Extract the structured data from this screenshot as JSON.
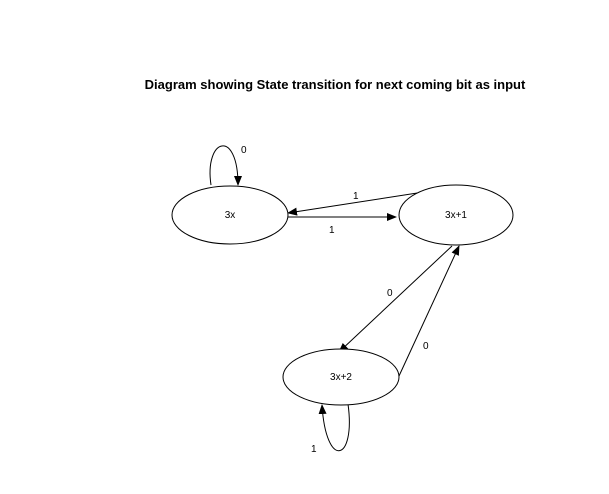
{
  "title": "Diagram showing State transition for next coming bit as input",
  "states": [
    {
      "id": "s0",
      "label": "3x"
    },
    {
      "id": "s1",
      "label": "3x+1"
    },
    {
      "id": "s2",
      "label": "3x+2"
    }
  ],
  "transitions": [
    {
      "id": "t-s0-s0",
      "from": "3x",
      "to": "3x",
      "label": "0"
    },
    {
      "id": "t-s1-s0",
      "from": "3x+1",
      "to": "3x",
      "label": "1"
    },
    {
      "id": "t-s0-s1",
      "from": "3x",
      "to": "3x+1",
      "label": "1"
    },
    {
      "id": "t-s1-s2",
      "from": "3x+1",
      "to": "3x+2",
      "label": "0"
    },
    {
      "id": "t-s2-s1",
      "from": "3x+2",
      "to": "3x+1",
      "label": "0"
    },
    {
      "id": "t-s2-s2",
      "from": "3x+2",
      "to": "3x+2",
      "label": "1"
    }
  ]
}
